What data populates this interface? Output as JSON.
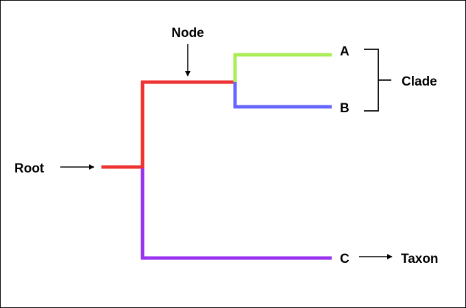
{
  "labels": {
    "node": "Node",
    "root": "Root",
    "taxon_a": "A",
    "taxon_b": "B",
    "taxon_c": "C",
    "clade": "Clade",
    "taxon": "Taxon"
  },
  "colors": {
    "root_branch": "#ee3333",
    "branch_a": "#aaee55",
    "branch_b": "#6666ff",
    "branch_c": "#9933ee",
    "annotation": "#000000"
  }
}
